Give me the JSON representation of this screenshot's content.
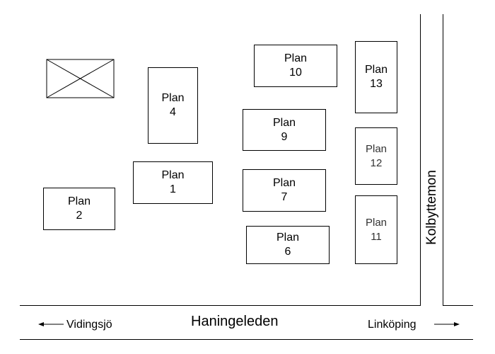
{
  "plots": [
    {
      "id": "plan-4",
      "line1": "Plan",
      "line2": "4"
    },
    {
      "id": "plan-1",
      "line1": "Plan",
      "line2": "1"
    },
    {
      "id": "plan-2",
      "line1": "Plan",
      "line2": "2"
    },
    {
      "id": "plan-10",
      "line1": "Plan",
      "line2": "10"
    },
    {
      "id": "plan-9",
      "line1": "Plan",
      "line2": "9"
    },
    {
      "id": "plan-7",
      "line1": "Plan",
      "line2": "7"
    },
    {
      "id": "plan-6",
      "line1": "Plan",
      "line2": "6"
    },
    {
      "id": "plan-13",
      "line1": "Plan",
      "line2": "13"
    },
    {
      "id": "plan-12",
      "line1": "Plan",
      "line2": "12"
    },
    {
      "id": "plan-11",
      "line1": "Plan",
      "line2": "11"
    }
  ],
  "roads": {
    "main_road": "Haningeleden",
    "side_road": "Kolbyttemon"
  },
  "directions": {
    "left": "Vidingsjö",
    "right": "Linköping"
  },
  "colors": {
    "line": "#000000",
    "background": "#ffffff"
  }
}
